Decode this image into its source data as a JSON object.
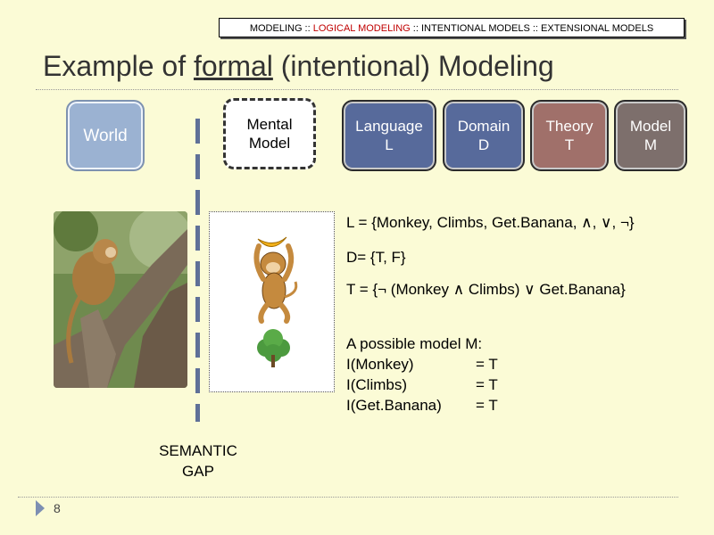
{
  "breadcrumb": {
    "part1": "MODELING :: ",
    "active": "LOGICAL MODELING",
    "part2": " :: INTENTIONAL MODELS :: EXTENSIONAL MODELS"
  },
  "title": {
    "before": "Example of ",
    "underlined": "formal",
    "after": " (intentional) Modeling"
  },
  "boxes": {
    "world": "World",
    "mental_line1": "Mental",
    "mental_line2": "Model",
    "language_line1": "Language",
    "language_line2": "L",
    "domain_line1": "Domain",
    "domain_line2": "D",
    "theory_line1": "Theory",
    "theory_line2": "T",
    "model_line1": "Model",
    "model_line2": "M"
  },
  "definitions": {
    "L": "L = {Monkey, Climbs, Get.Banana, ∧, ∨, ¬}",
    "D": "D= {T, F}",
    "T": "T = {¬ (Monkey ∧ Climbs) ∨ Get.Banana}"
  },
  "possible_model": {
    "heading": "A possible model M:",
    "rows": [
      {
        "key": "I(Monkey)",
        "value": "= T"
      },
      {
        "key": "I(Climbs)",
        "value": "= T"
      },
      {
        "key": "I(Get.Banana)",
        "value": "= T"
      }
    ]
  },
  "semantic_gap_line1": "SEMANTIC",
  "semantic_gap_line2": "GAP",
  "slide_number": "8"
}
